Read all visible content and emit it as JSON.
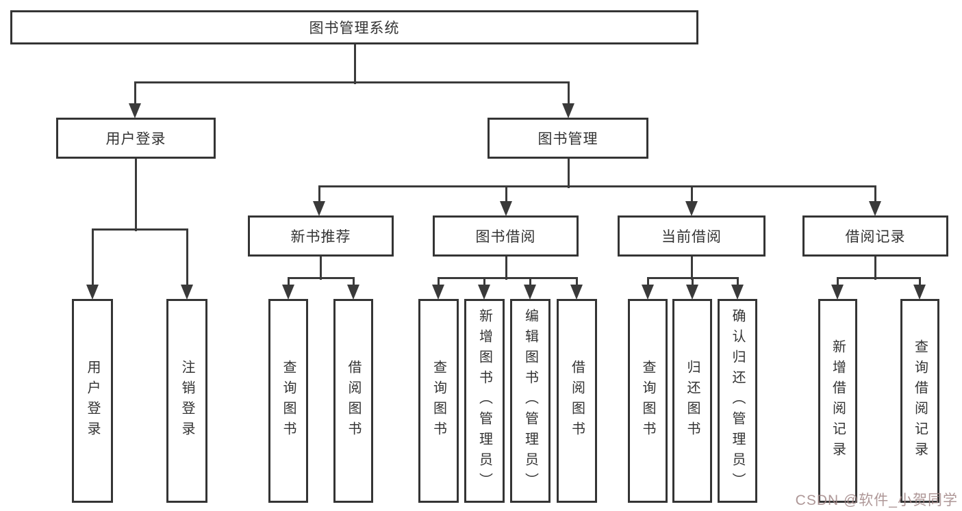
{
  "diagram": {
    "type": "hierarchy-tree",
    "root_label": "图书管理系统",
    "branches": [
      {
        "label": "用户登录",
        "children": [
          {
            "label": "用户登录"
          },
          {
            "label": "注销登录"
          }
        ]
      },
      {
        "label": "图书管理",
        "sections": [
          {
            "label": "新书推荐",
            "children": [
              {
                "label": "查询图书"
              },
              {
                "label": "借阅图书"
              }
            ]
          },
          {
            "label": "图书借阅",
            "children": [
              {
                "label": "查询图书"
              },
              {
                "label": "新增图书（管理员）"
              },
              {
                "label": "编辑图书（管理员）"
              },
              {
                "label": "借阅图书"
              }
            ]
          },
          {
            "label": "当前借阅",
            "children": [
              {
                "label": "查询图书"
              },
              {
                "label": "归还图书"
              },
              {
                "label": "确认归还（管理员）"
              }
            ]
          },
          {
            "label": "借阅记录",
            "children": [
              {
                "label": "新增借阅记录"
              },
              {
                "label": "查询借阅记录"
              }
            ]
          }
        ]
      }
    ]
  },
  "watermark": {
    "text": "CSDN @软件_小贺同学"
  },
  "colors": {
    "background": "#ffffff",
    "box_border": "#343434",
    "line": "#3a3a3a",
    "text": "#333333",
    "watermark": "#a08585"
  }
}
